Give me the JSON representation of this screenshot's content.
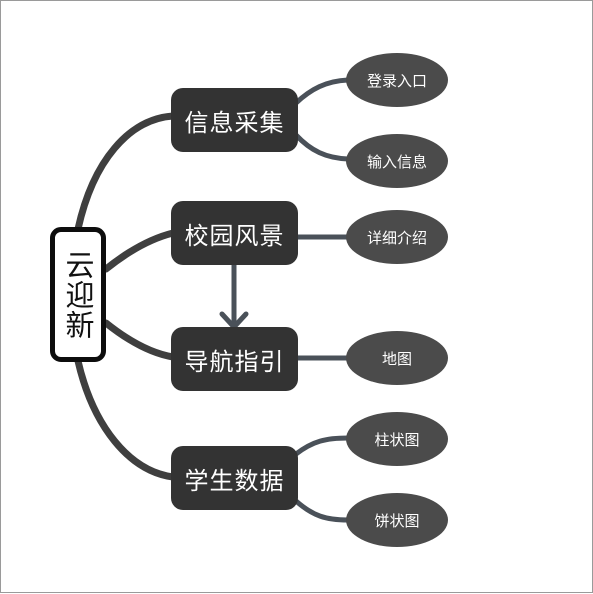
{
  "colors": {
    "root_border": "#0d0d0d",
    "branch_fill": "#333333",
    "leaf_fill": "#4b4b4b",
    "connector": "#3f3f3f",
    "leaf_connector": "#4a5159"
  },
  "root": {
    "label": "云迎新"
  },
  "branches": [
    {
      "label": "信息采集",
      "leaves": [
        "登录入口",
        "输入信息"
      ]
    },
    {
      "label": "校园风景",
      "leaves": [
        "详细介绍"
      ]
    },
    {
      "label": "导航指引",
      "leaves": [
        "地图"
      ]
    },
    {
      "label": "学生数据",
      "leaves": [
        "柱状图",
        "饼状图"
      ]
    }
  ],
  "arrows": [
    {
      "from": "校园风景",
      "to": "导航指引"
    }
  ]
}
